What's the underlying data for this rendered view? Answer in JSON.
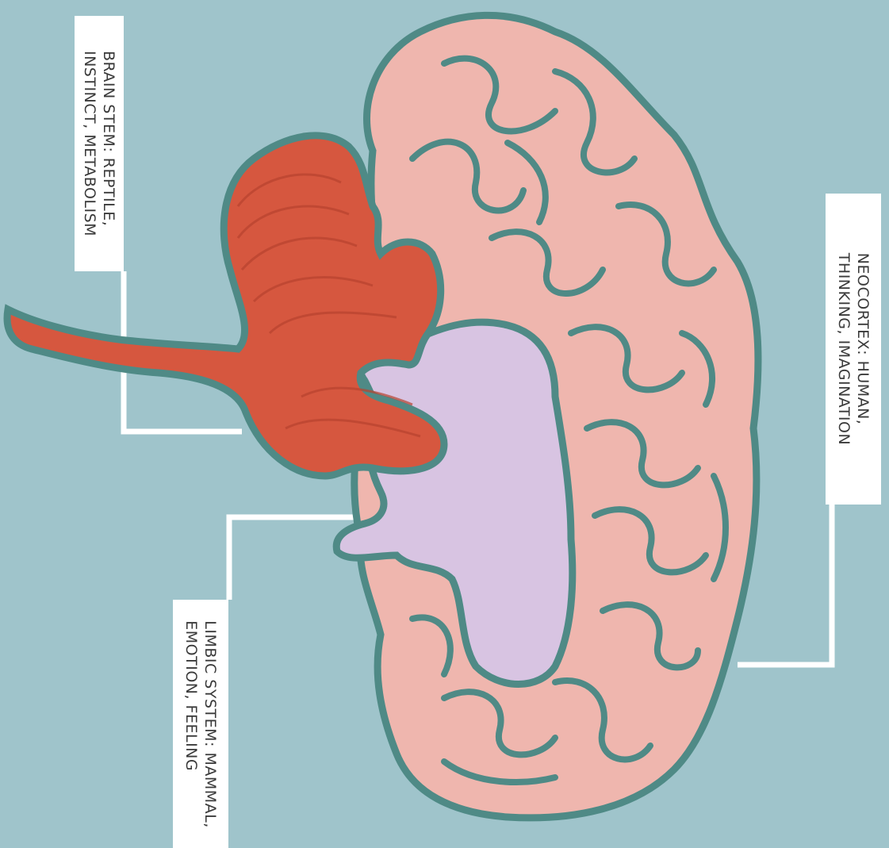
{
  "labels": {
    "brain_stem": {
      "line1": "BRAIN STEM: REPTILE,",
      "line2": "INSTINCT, METABOLISM"
    },
    "neocortex": {
      "line1": "NEOCORTEX: HUMAN,",
      "line2": "THINKING, IMAGINATION"
    },
    "limbic_system": {
      "line1": "LIMBIC SYSTEM: MAMMAL,",
      "line2": "EMOTION, FEELING"
    }
  },
  "colors": {
    "background": "#9fc4cb",
    "neocortex": "#efb6ae",
    "brain_stem": "#d6573f",
    "limbic_system": "#d8c4e2",
    "outline": "#4f8a86",
    "leader": "#ffffff"
  }
}
